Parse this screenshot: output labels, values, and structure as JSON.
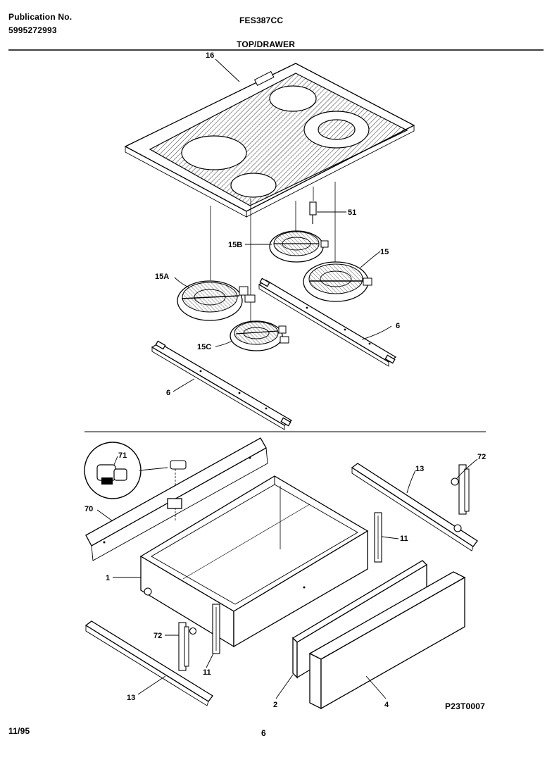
{
  "header": {
    "publication_label": "Publication No.",
    "publication_number": "5995272993",
    "model": "FES387CC",
    "section_title": "TOP/DRAWER"
  },
  "footer": {
    "date": "11/95",
    "page": "6",
    "diagram_code": "P23T0007"
  },
  "callouts": {
    "c16": "16",
    "c51": "51",
    "c15B": "15B",
    "c15": "15",
    "c15A": "15A",
    "c6a": "6",
    "c15C": "15C",
    "c6b": "6",
    "c71": "71",
    "c72a": "72",
    "c13a": "13",
    "c70": "70",
    "c11a": "11",
    "c1": "1",
    "c72b": "72",
    "c11b": "11",
    "c13b": "13",
    "c2": "2",
    "c4": "4"
  }
}
